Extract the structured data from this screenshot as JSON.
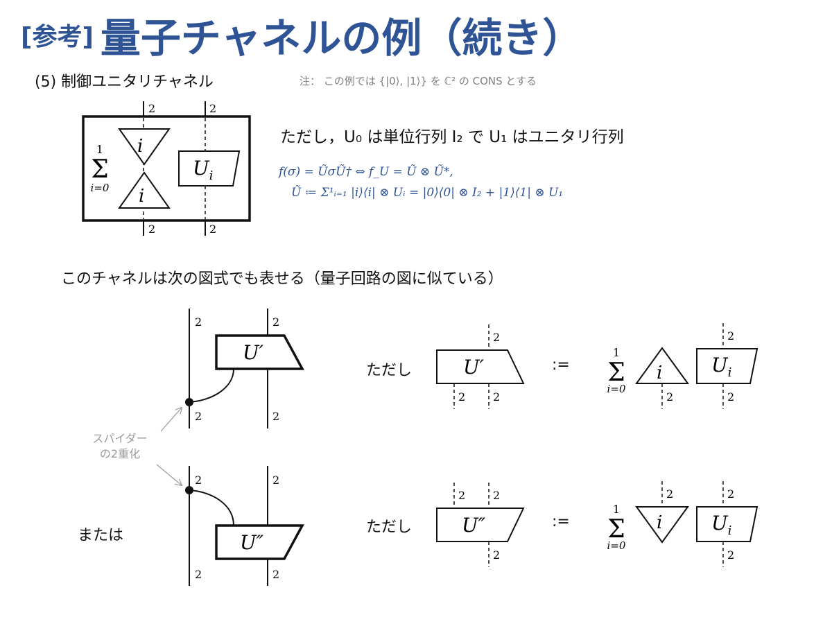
{
  "title": {
    "prefix": "[参考]",
    "main": "量子チャネルの例（続き）"
  },
  "section_label": "(5) 制御ユニタリチャネル",
  "note": "注： この例では {|0⟩, |1⟩} を ℂ² の CONS とする",
  "caption": "ただし，U₀ は単位行列 I₂ で U₁ はユニタリ行列",
  "formula_line1": "f(σ) = ŨσŨ† ⇔ f_U = Ũ ⊗ Ũ*,",
  "formula_line2": "Ũ ≔ Σ¹ᵢ₌₁ |i⟩⟨i| ⊗ Uᵢ =  |0⟩⟨0| ⊗ I₂ + |1⟩⟨1| ⊗ U₁",
  "sentence": "このチャネルは次の図式でも表せる（量子回路の図に似ている）",
  "spider_annotation": [
    "スパイダー",
    "の2重化"
  ],
  "or_label": "または",
  "where_label": "ただし",
  "define_symbol": ":=",
  "wire_dim": "2",
  "sum_top": "1",
  "sum_symbol": "Σ",
  "sum_bottom": "i=0",
  "box_i": "i",
  "box_Ui": "U",
  "box_Ui_sub": "i",
  "box_Uprime": "U′",
  "box_Udprime": "U″",
  "colors": {
    "title": "#2f5496",
    "formula": "#2f5496",
    "note": "#808080",
    "annotation": "#9a9a9a"
  }
}
